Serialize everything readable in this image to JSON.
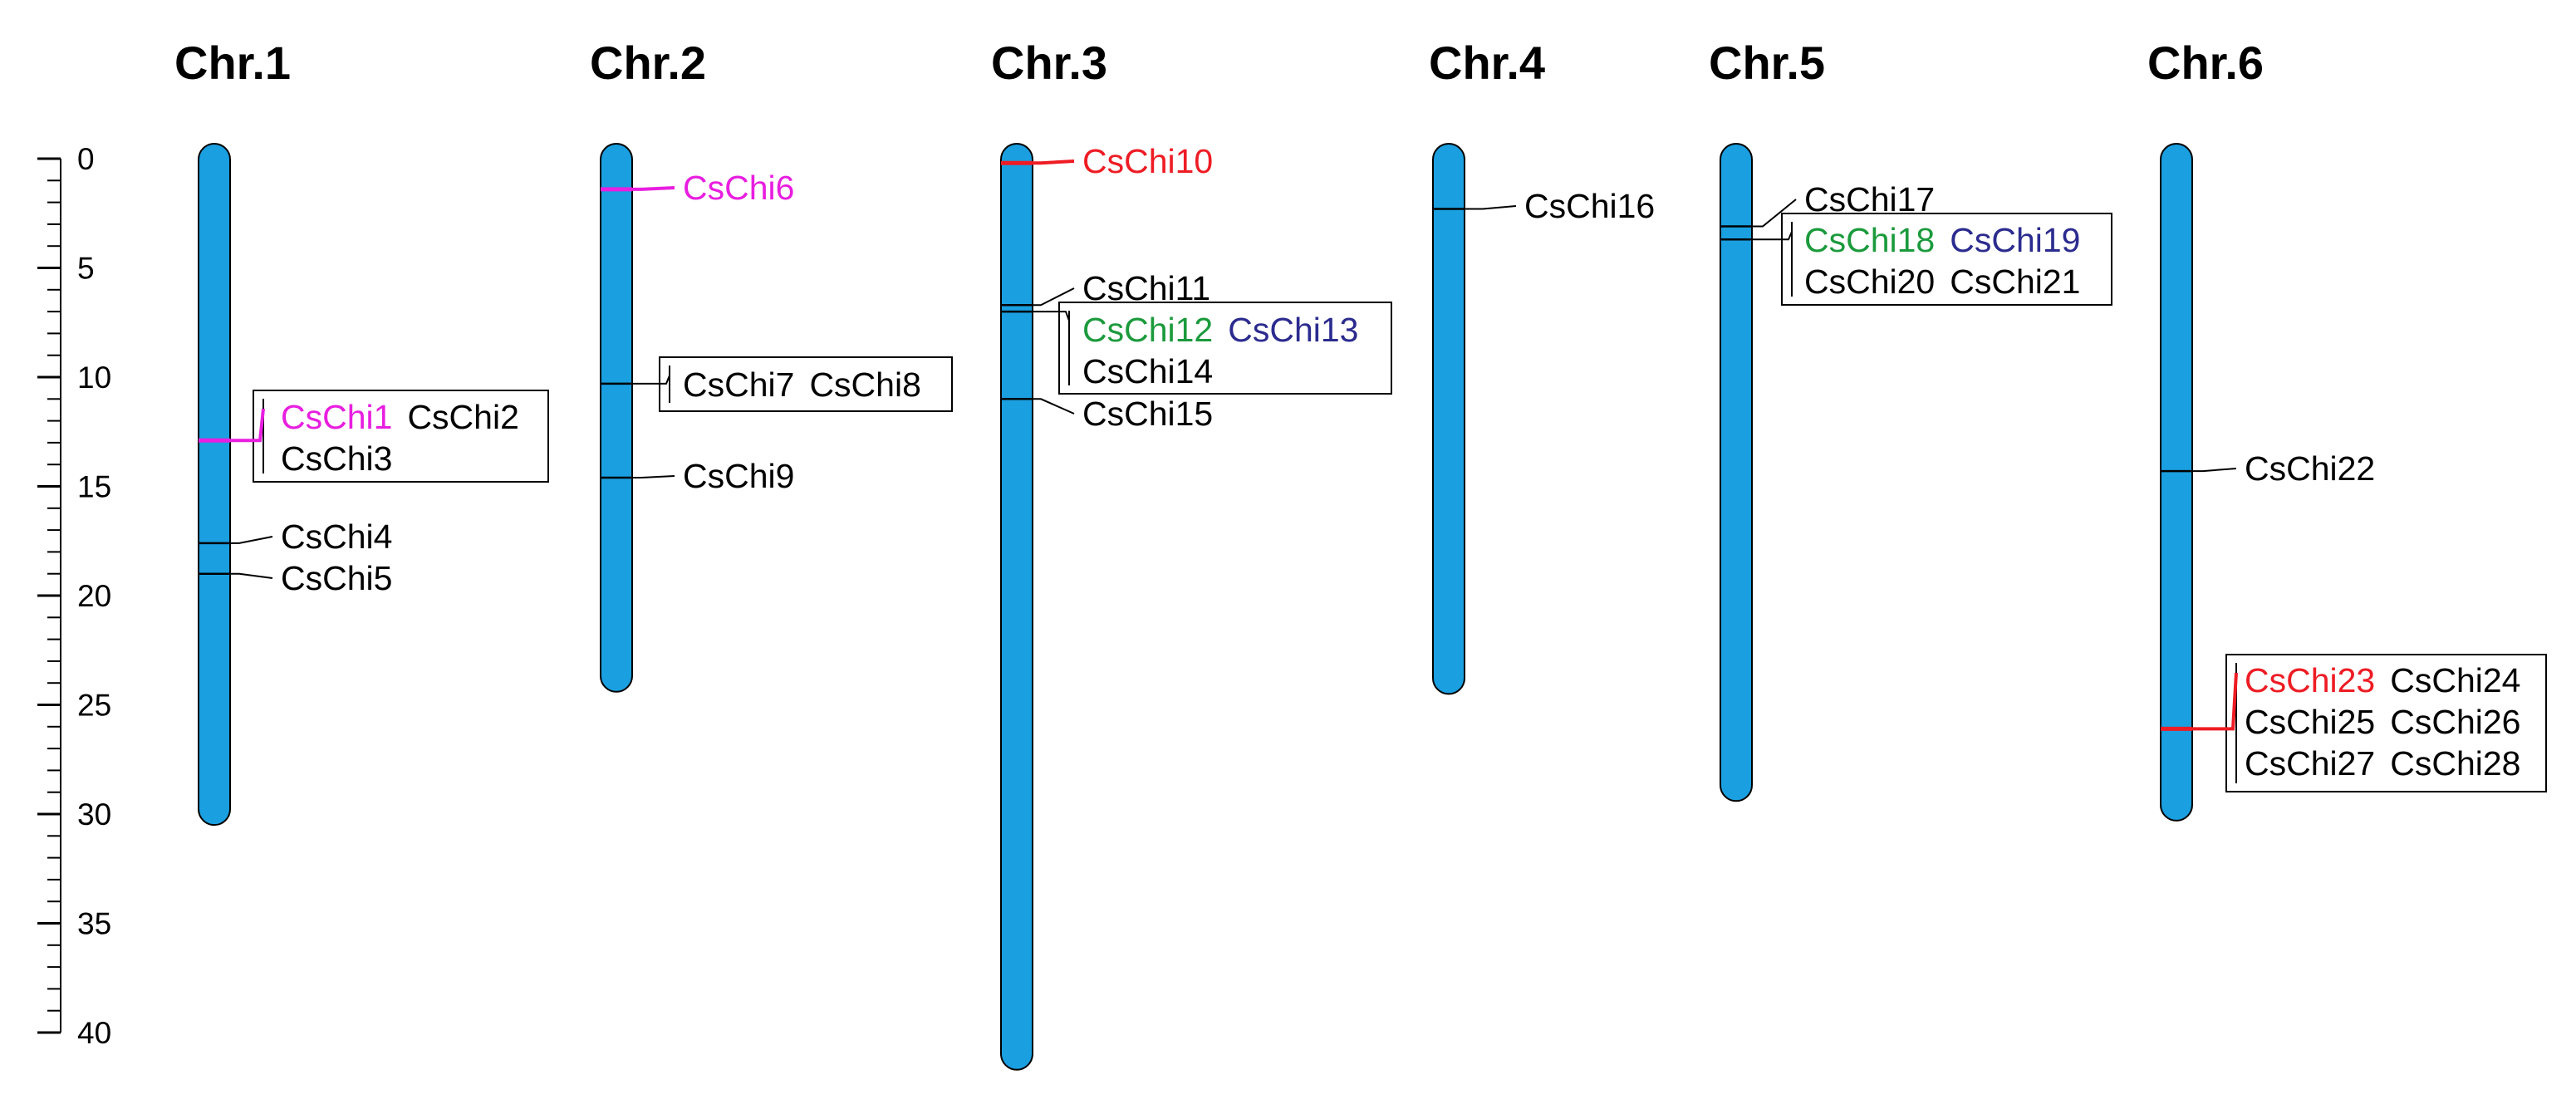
{
  "colors": {
    "chromosome_fill": "#1a9fe0",
    "chromosome_stroke": "#000000",
    "black": "#000000",
    "magenta": "#e81ee0",
    "red": "#ee1c24",
    "green": "#1b9a3c",
    "navy": "#2b2b8f"
  },
  "scale": {
    "tick_labels": [
      "0",
      "5",
      "10",
      "15",
      "20",
      "25",
      "30",
      "35",
      "40"
    ],
    "major_step": 5,
    "minor_step": 1,
    "max": 40
  },
  "chromosomes": [
    {
      "title": "Chr.1",
      "length": 30.5,
      "markers": [
        {
          "pos": 12.9,
          "color": "magenta"
        },
        {
          "pos": 17.6,
          "color": "black"
        },
        {
          "pos": 19.0,
          "color": "black"
        }
      ],
      "labels": [
        {
          "boxed": true,
          "rows": [
            [
              {
                "name": "CsChi1",
                "color": "magenta"
              },
              {
                "name": "CsChi2",
                "color": "black"
              }
            ],
            [
              {
                "name": "CsChi3",
                "color": "black"
              }
            ]
          ]
        },
        {
          "boxed": false,
          "rows": [
            [
              {
                "name": "CsChi4",
                "color": "black"
              }
            ]
          ]
        },
        {
          "boxed": false,
          "rows": [
            [
              {
                "name": "CsChi5",
                "color": "black"
              }
            ]
          ]
        }
      ]
    },
    {
      "title": "Chr.2",
      "length": 24.4,
      "markers": [
        {
          "pos": 1.4,
          "color": "magenta"
        },
        {
          "pos": 10.3,
          "color": "black"
        },
        {
          "pos": 14.6,
          "color": "black"
        }
      ],
      "labels": [
        {
          "boxed": false,
          "rows": [
            [
              {
                "name": "CsChi6",
                "color": "magenta"
              }
            ]
          ]
        },
        {
          "boxed": true,
          "rows": [
            [
              {
                "name": "CsChi7",
                "color": "black"
              },
              {
                "name": "CsChi8",
                "color": "black"
              }
            ]
          ]
        },
        {
          "boxed": false,
          "rows": [
            [
              {
                "name": "CsChi9",
                "color": "black"
              }
            ]
          ]
        }
      ]
    },
    {
      "title": "Chr.3",
      "length": 41.7,
      "markers": [
        {
          "pos": 0.2,
          "color": "red"
        },
        {
          "pos": 6.7,
          "color": "black"
        },
        {
          "pos": 7.0,
          "color": "black"
        },
        {
          "pos": 11.0,
          "color": "black"
        }
      ],
      "labels": [
        {
          "boxed": false,
          "rows": [
            [
              {
                "name": "CsChi10",
                "color": "red"
              }
            ]
          ]
        },
        {
          "boxed": false,
          "rows": [
            [
              {
                "name": "CsChi11",
                "color": "black"
              }
            ]
          ]
        },
        {
          "boxed": true,
          "rows": [
            [
              {
                "name": "CsChi12",
                "color": "green"
              },
              {
                "name": "CsChi13",
                "color": "navy"
              }
            ],
            [
              {
                "name": "CsChi14",
                "color": "black"
              }
            ]
          ]
        },
        {
          "boxed": false,
          "rows": [
            [
              {
                "name": "CsChi15",
                "color": "black"
              }
            ]
          ]
        }
      ]
    },
    {
      "title": "Chr.4",
      "length": 24.5,
      "markers": [
        {
          "pos": 2.3,
          "color": "black"
        }
      ],
      "labels": [
        {
          "boxed": false,
          "rows": [
            [
              {
                "name": "CsChi16",
                "color": "black"
              }
            ]
          ]
        }
      ]
    },
    {
      "title": "Chr.5",
      "length": 29.4,
      "markers": [
        {
          "pos": 3.1,
          "color": "black"
        },
        {
          "pos": 3.7,
          "color": "black"
        }
      ],
      "labels": [
        {
          "boxed": false,
          "rows": [
            [
              {
                "name": "CsChi17",
                "color": "black"
              }
            ]
          ]
        },
        {
          "boxed": true,
          "rows": [
            [
              {
                "name": "CsChi18",
                "color": "green"
              },
              {
                "name": "CsChi19",
                "color": "navy"
              }
            ],
            [
              {
                "name": "CsChi20",
                "color": "black"
              },
              {
                "name": "CsChi21",
                "color": "black"
              }
            ]
          ]
        }
      ]
    },
    {
      "title": "Chr.6",
      "length": 30.3,
      "markers": [
        {
          "pos": 14.3,
          "color": "black"
        },
        {
          "pos": 26.1,
          "color": "red"
        }
      ],
      "labels": [
        {
          "boxed": false,
          "rows": [
            [
              {
                "name": "CsChi22",
                "color": "black"
              }
            ]
          ]
        },
        {
          "boxed": true,
          "rows": [
            [
              {
                "name": "CsChi23",
                "color": "red"
              },
              {
                "name": "CsChi24",
                "color": "black"
              }
            ],
            [
              {
                "name": "CsChi25",
                "color": "black"
              },
              {
                "name": "CsChi26",
                "color": "black"
              }
            ],
            [
              {
                "name": "CsChi27",
                "color": "black"
              },
              {
                "name": "CsChi28",
                "color": "black"
              }
            ]
          ]
        }
      ]
    }
  ]
}
